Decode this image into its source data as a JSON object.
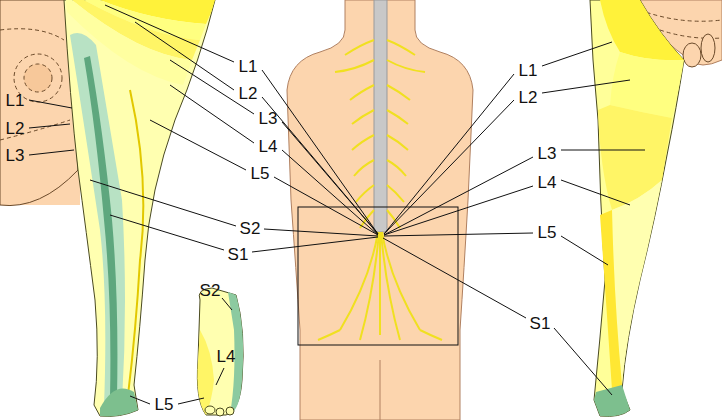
{
  "diagram": {
    "labels": [
      "L1",
      "L2",
      "L3",
      "L4",
      "L5",
      "L1",
      "L2",
      "L3",
      "L4",
      "L5",
      "L1",
      "L2",
      "L3",
      "S2",
      "S1",
      "S1",
      "S2",
      "L4",
      "L5"
    ]
  }
}
